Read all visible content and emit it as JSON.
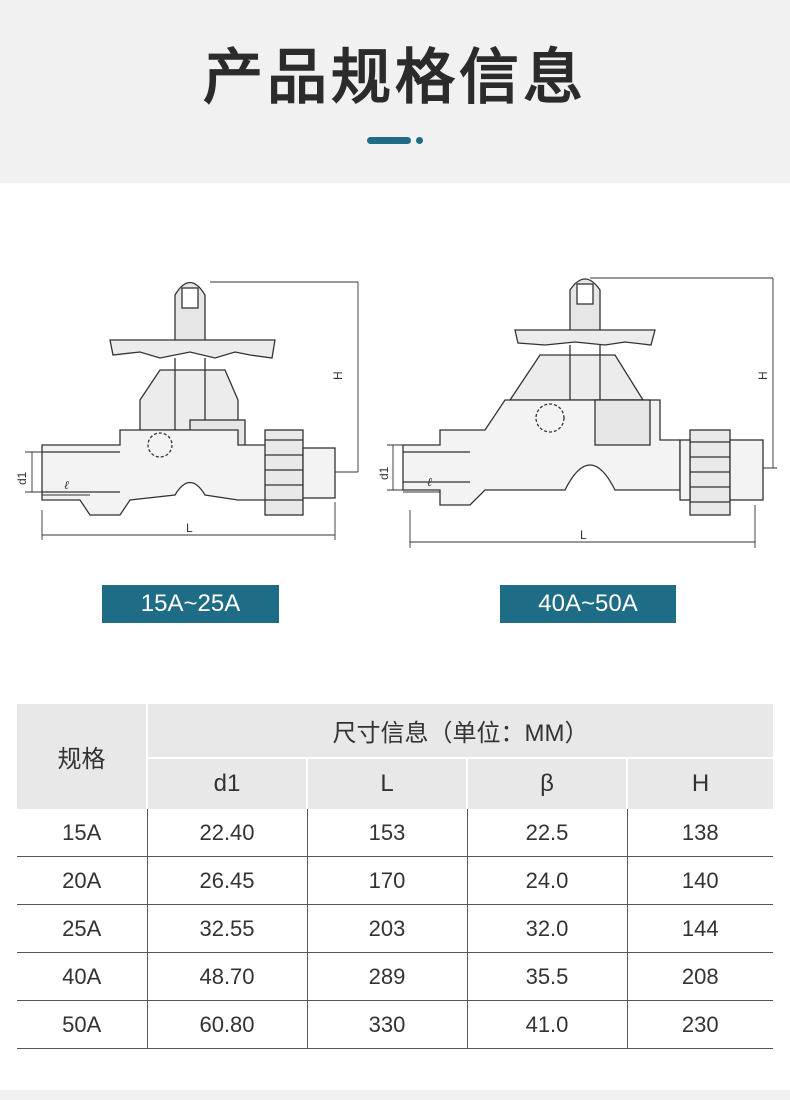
{
  "header": {
    "title": "产品规格信息"
  },
  "diagrams": [
    {
      "label": "15A~25A",
      "dims": {
        "h": "H",
        "d": "d1",
        "l": "L",
        "ell": "ℓ"
      }
    },
    {
      "label": "40A~50A",
      "dims": {
        "h": "H",
        "d": "d1",
        "l": "L",
        "ell": "ℓ"
      }
    }
  ],
  "table": {
    "spec_header": "规格",
    "group_header": "尺寸信息（单位：MM）",
    "columns": [
      "d1",
      "L",
      "β",
      "H"
    ],
    "rows": [
      [
        "15A",
        "22.40",
        "153",
        "22.5",
        "138"
      ],
      [
        "20A",
        "26.45",
        "170",
        "24.0",
        "140"
      ],
      [
        "25A",
        "32.55",
        "203",
        "32.0",
        "144"
      ],
      [
        "40A",
        "48.70",
        "289",
        "35.5",
        "208"
      ],
      [
        "50A",
        "60.80",
        "330",
        "41.0",
        "230"
      ]
    ]
  },
  "colors": {
    "accent": "#1f6c86",
    "header_bg": "#f1f1f1",
    "table_header_bg": "#e8e8e8"
  }
}
